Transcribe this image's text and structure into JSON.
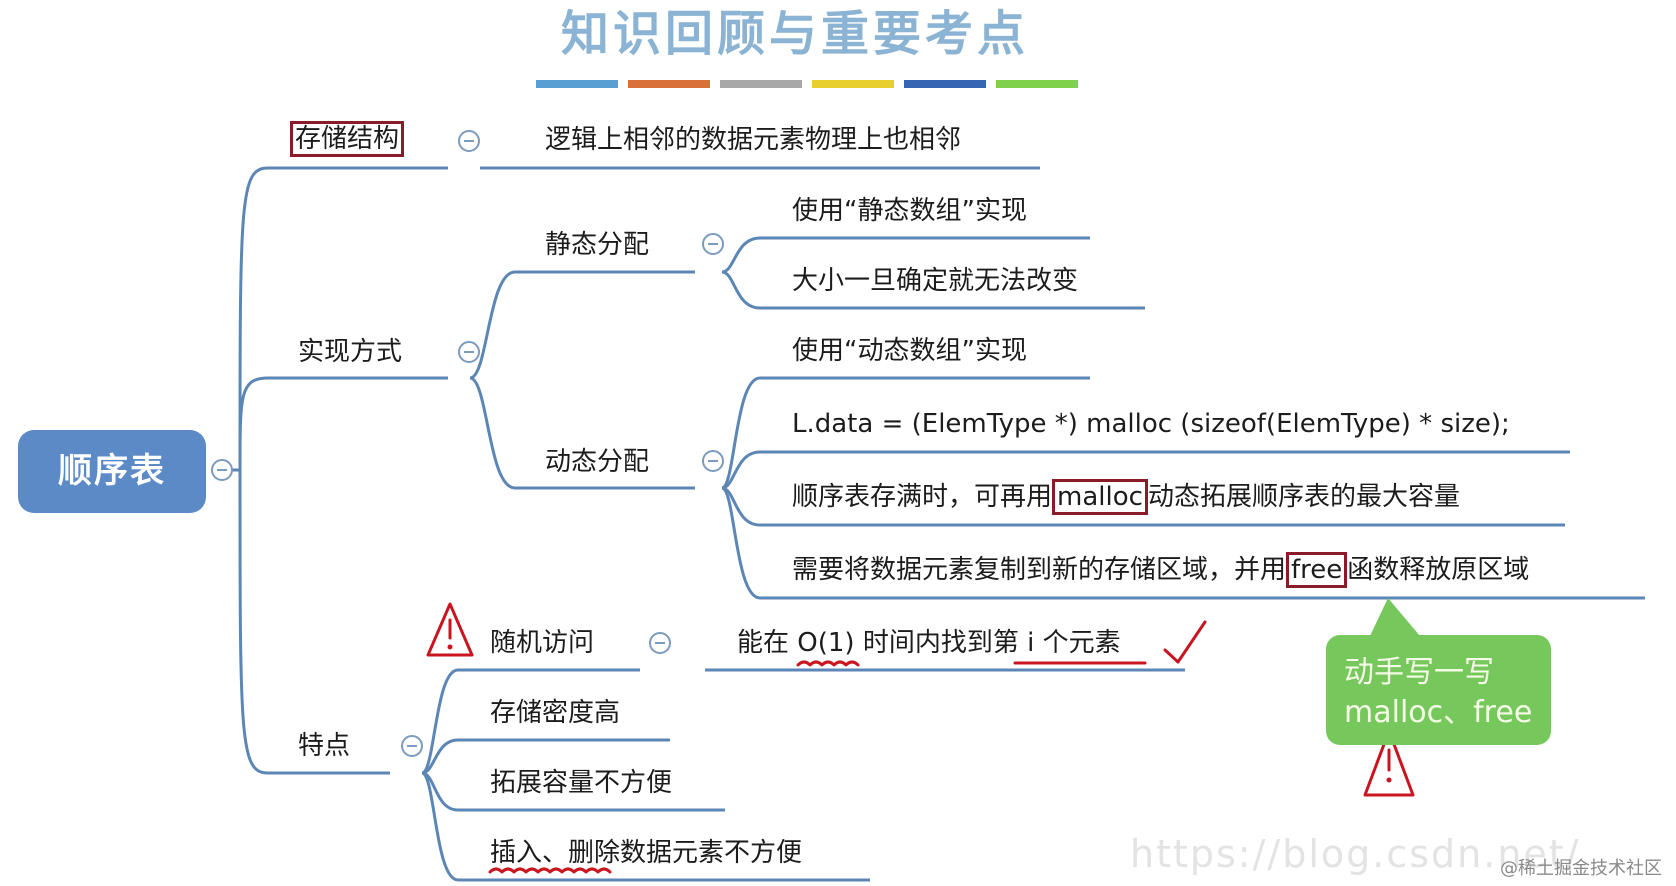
{
  "title": "知识回顾与重要考点",
  "color_bars": [
    "#5a9fd4",
    "#d9703a",
    "#a8a8a8",
    "#e8cf2e",
    "#3565b3",
    "#7fd04a"
  ],
  "root": {
    "label": "顺序表"
  },
  "storage": {
    "label": "存储结构",
    "leaf": "逻辑上相邻的数据元素物理上也相邻"
  },
  "impl": {
    "label": "实现方式",
    "static": {
      "label": "静态分配",
      "items": [
        "使用“静态数组”实现",
        "大小一旦确定就无法改变"
      ]
    },
    "dynamic": {
      "label": "动态分配",
      "items": [
        "使用“动态数组”实现",
        "L.data = (ElemType *) malloc (sizeof(ElemType) * size);"
      ],
      "expand_pre": "顺序表存满时，可再用",
      "expand_kw": "malloc",
      "expand_post": "动态拓展顺序表的最大容量",
      "free_pre": "需要将数据元素复制到新的存储区域，并用",
      "free_kw": "free",
      "free_post": "函数释放原区域"
    }
  },
  "features": {
    "label": "特点",
    "random_access": "随机访问",
    "random_leaf": "能在 O(1) 时间内找到第 i 个元素",
    "items": [
      "存储密度高",
      "拓展容量不方便",
      "插入、删除数据元素不方便"
    ]
  },
  "callout": {
    "line1": "动手写一写",
    "line2": "malloc、free"
  },
  "watermark": "@稀土掘金技术社区",
  "watermark_url": "https://blog.csdn.net/"
}
